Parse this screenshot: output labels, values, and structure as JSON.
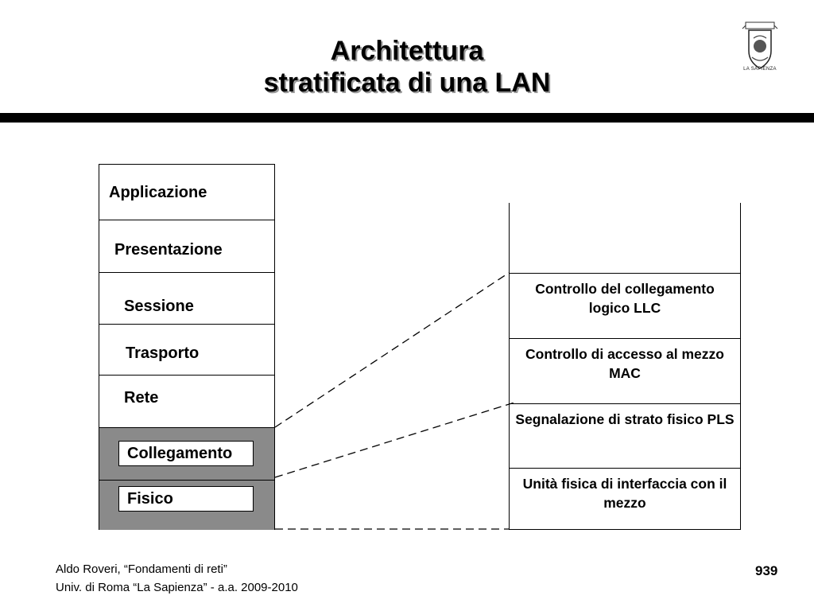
{
  "slide": {
    "title_line1": "Architettura",
    "title_line2": "stratificata di una LAN",
    "logo_text": "LA SAPIENZA",
    "page_number": "939"
  },
  "osi_stack": {
    "layers": [
      {
        "label": "Applicazione"
      },
      {
        "label": "Presentazione"
      },
      {
        "label": "Sessione"
      },
      {
        "label": "Trasporto"
      },
      {
        "label": "Rete"
      },
      {
        "label": "Collegamento",
        "highlighted": true
      },
      {
        "label": "Fisico",
        "highlighted": true
      }
    ],
    "highlight_color": "#8a8a8a"
  },
  "lan_stack": {
    "layers": [
      {
        "label": "Controllo del collegamento logico LLC"
      },
      {
        "label": "Controllo di accesso al mezzo MAC"
      },
      {
        "label": "Segnalazione di strato fisico PLS"
      },
      {
        "label": "Unità fisica di interfaccia con il mezzo"
      }
    ]
  },
  "footer": {
    "line1": "Aldo Roveri, “Fondamenti di reti”",
    "line2": "Univ. di Roma “La Sapienza” - a.a. 2009-2010"
  }
}
